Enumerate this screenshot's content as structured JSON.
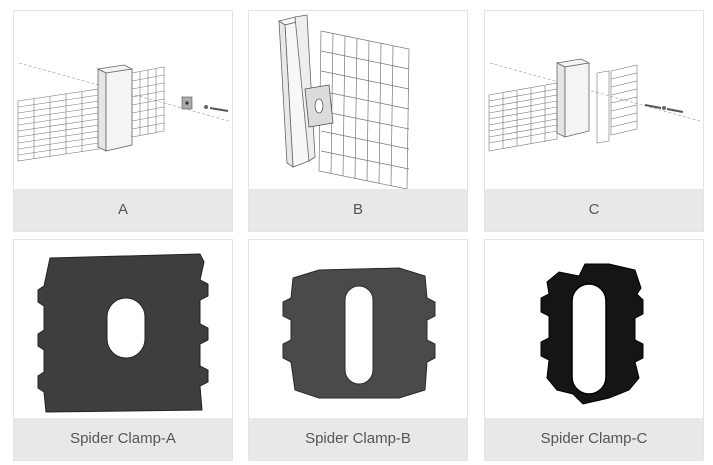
{
  "cards": [
    {
      "label": "A",
      "image": "fence-post-with-clamp-drawing-a"
    },
    {
      "label": "B",
      "image": "fence-post-with-clamp-drawing-b"
    },
    {
      "label": "C",
      "image": "fence-post-with-clamp-drawing-c"
    },
    {
      "label": "Spider Clamp-A",
      "image": "spider-clamp-a-photo"
    },
    {
      "label": "Spider Clamp-B",
      "image": "spider-clamp-b-photo"
    },
    {
      "label": "Spider Clamp-C",
      "image": "spider-clamp-c-photo"
    }
  ],
  "colors": {
    "caption_bg": "#e8e8e8",
    "caption_text": "#555555",
    "border": "#e3e3e3",
    "clamp_dark": "#3a3a3a"
  }
}
